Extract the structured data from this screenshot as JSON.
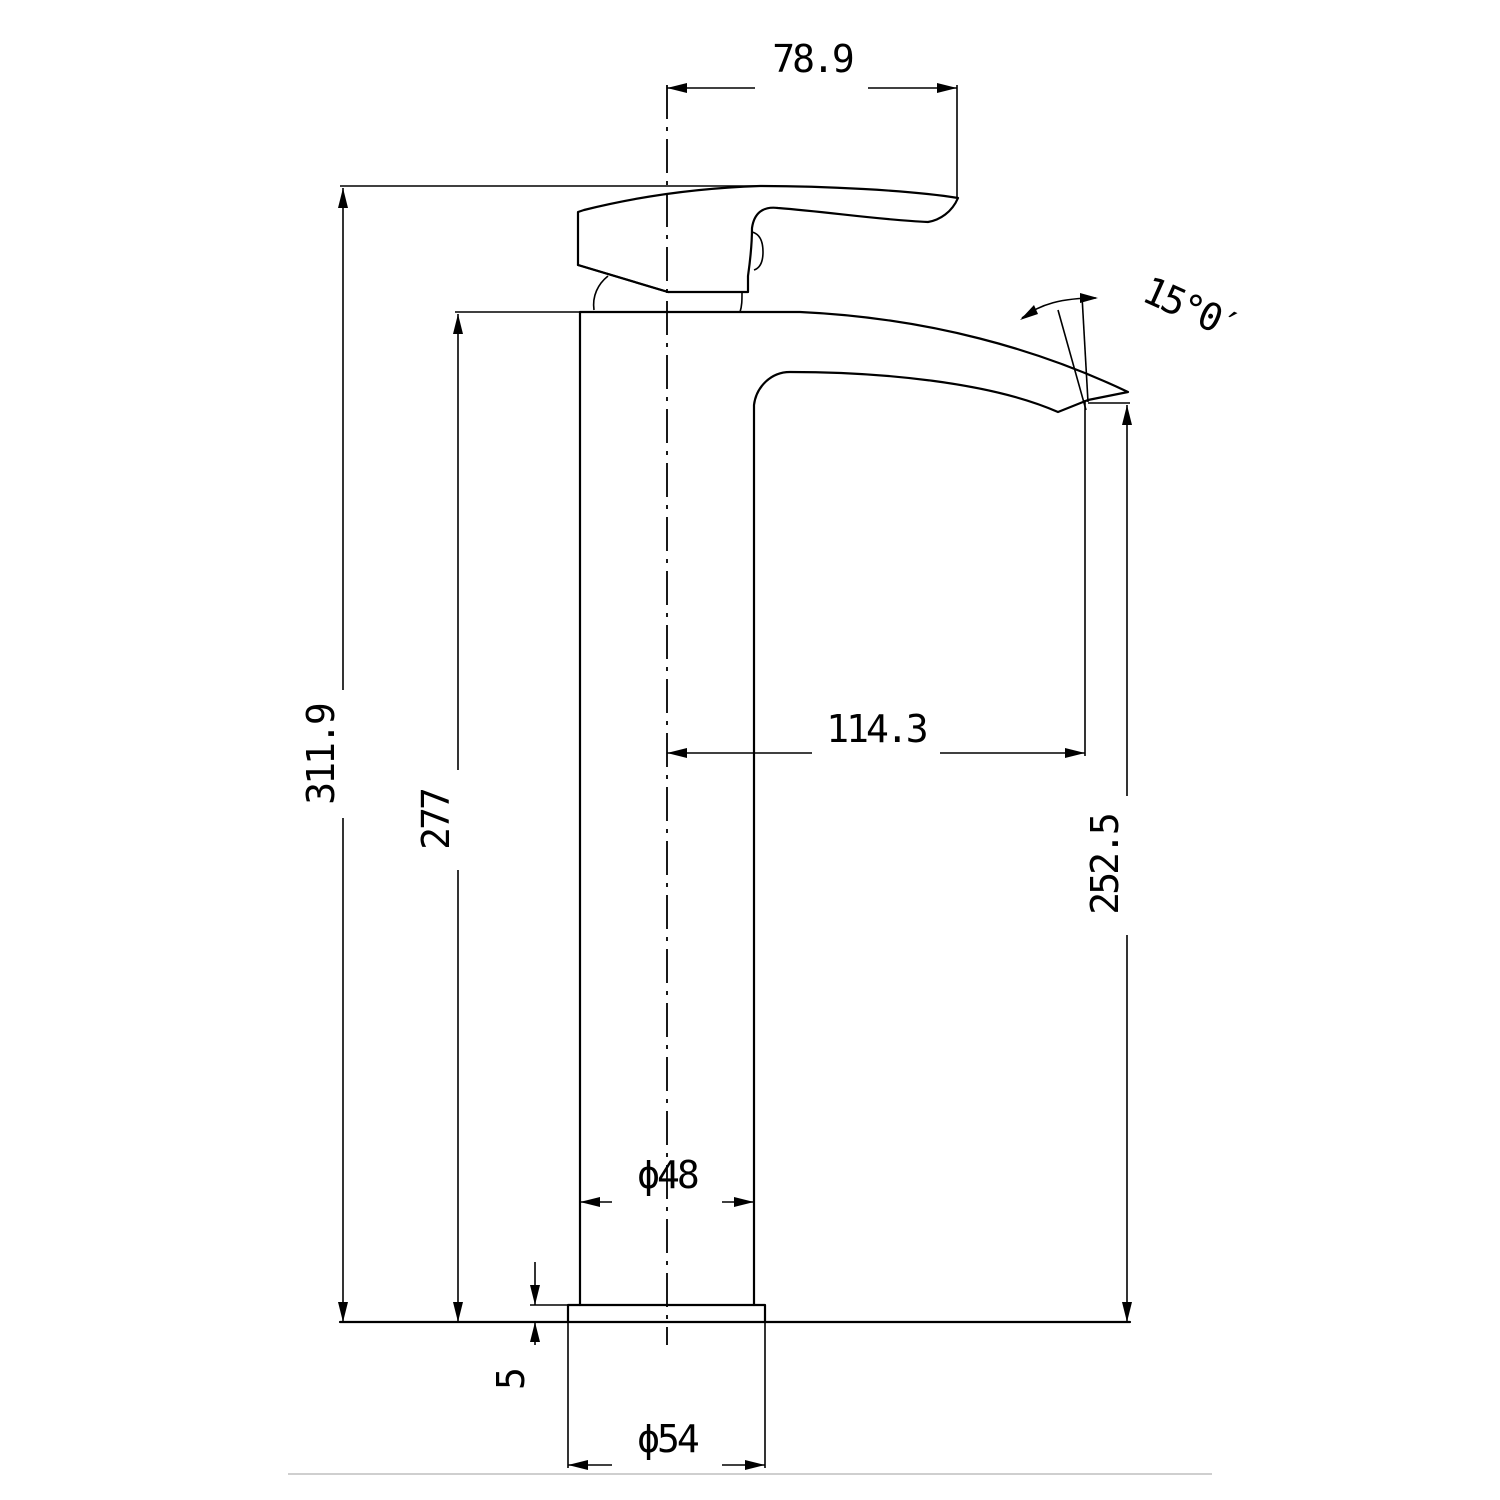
{
  "dimensions": {
    "handle_reach": "78.9",
    "spout_reach": "114.3",
    "total_height": "311.9",
    "body_height": "277",
    "spout_height": "252.5",
    "handle_angle": "15°0′",
    "body_diameter": "ϕ48",
    "base_thickness": "5",
    "base_diameter": "ϕ54"
  }
}
